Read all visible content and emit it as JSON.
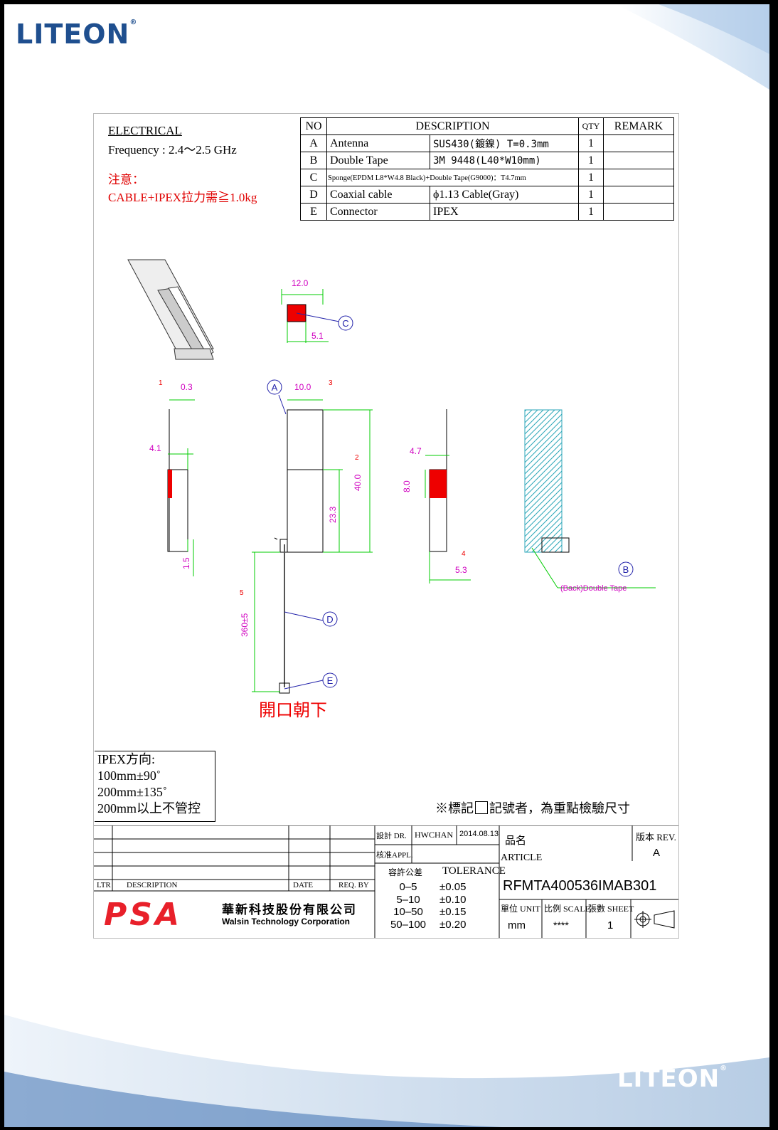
{
  "brand": {
    "logo_text": "LITEON",
    "registered": "®"
  },
  "notes": {
    "electrical_title": "ELECTRICAL",
    "frequency": "Frequency : 2.4～2.5 GHz",
    "attention_title": "注意：",
    "attention_text": "CABLE+IPEX拉力需≧1.0kg"
  },
  "bom": {
    "headers": [
      "NO",
      "DESCRIPTION",
      "QTY",
      "REMARK"
    ],
    "rows": [
      {
        "no": "A",
        "name": "Antenna",
        "spec": "SUS430(鍍鎳) T=0.3mm",
        "qty": "1",
        "remark": ""
      },
      {
        "no": "B",
        "name": "Double Tape",
        "spec": "3M 9448(L40*W10mm)",
        "qty": "1",
        "remark": ""
      },
      {
        "no": "C",
        "name": "Sponge(EPDM L8*W4.8 Black)+Double Tape(G9000)：T4.7mm",
        "spec": "",
        "qty": "1",
        "remark": ""
      },
      {
        "no": "D",
        "name": "Coaxial cable",
        "spec": "ϕ1.13 Cable(Gray)",
        "qty": "1",
        "remark": ""
      },
      {
        "no": "E",
        "name": "Connector",
        "spec": "IPEX",
        "qty": "1",
        "remark": ""
      }
    ]
  },
  "dimensions": {
    "sponge_width": "12.0",
    "sponge_height": "5.1",
    "side_thickness": "0.3",
    "side_depth": "4.1",
    "side_bottom": "1.5",
    "front_width": "10.0",
    "front_length": "40.0",
    "front_inner": "23.3",
    "cable_length": "360±5",
    "right_depth": "4.7",
    "right_height": "8.0",
    "right_bottom": "5.3"
  },
  "markers": {
    "m1": "1",
    "m2": "2",
    "m3": "3",
    "m4": "4",
    "m5": "5",
    "callout_a": "A",
    "callout_b": "B",
    "callout_c": "C",
    "callout_d": "D",
    "callout_e": "E"
  },
  "labels": {
    "back_tape": "(Back)Double Tape",
    "opening_down": "開口朝下",
    "ipex_direction": [
      "IPEX方向:",
      "100mm±90˚",
      "200mm±135˚",
      "200mm以上不管控"
    ],
    "inspection_note_pre": "※標記",
    "inspection_note_post": "記號者，為重點檢驗尺寸"
  },
  "title_block": {
    "designer_label": "設計 DR.",
    "designer": "HWCHAN",
    "date": "2014.08.13",
    "approval_label": "核准APPL.",
    "tolerance_label_cn": "容許公差",
    "tolerance_label": "TOLERANCE",
    "tolerances": [
      {
        "range": "0–5",
        "tol": "±0.05"
      },
      {
        "range": "5–10",
        "tol": "±0.10"
      },
      {
        "range": "10–50",
        "tol": "±0.15"
      },
      {
        "range": "50–100",
        "tol": "±0.20"
      }
    ],
    "article_cn": "品名",
    "article_label": "ARTICLE",
    "article_no": "RFMTA400536IMAB301",
    "rev_label": "版本 REV.",
    "rev": "A",
    "rev_headers": [
      "LTR",
      "DESCRIPTION",
      "DATE",
      "REQ. BY"
    ],
    "company_logo": "PSA",
    "company_cn": "華新科技股份有限公司",
    "company_en": "Walsin Technology Corporation",
    "unit_label": "單位 UNIT",
    "unit": "mm",
    "scale_label": "比例 SCALE",
    "scale": "****",
    "sheet_label": "張數 SHEET",
    "sheet": "1"
  }
}
